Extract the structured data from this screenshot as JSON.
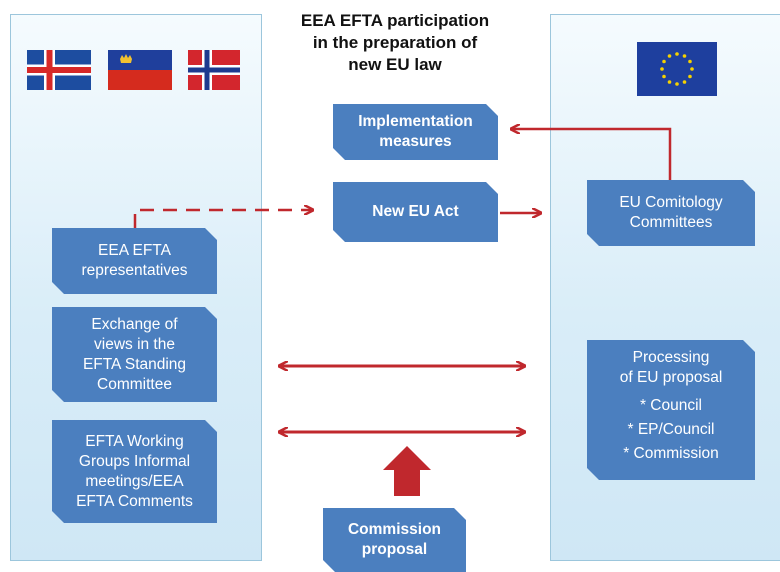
{
  "title": {
    "line1": "EEA EFTA participation",
    "line2": "in the preparation of",
    "line3": "new EU law"
  },
  "left": {
    "flags": [
      "flag-iceland-icon",
      "flag-liechtenstein-icon",
      "flag-norway-icon"
    ],
    "representatives": {
      "line1": "EEA EFTA",
      "line2": "representatives"
    },
    "exchange": {
      "line1": "Exchange of",
      "line2": "views in the",
      "line3": "EFTA Standing",
      "line4": "Committee"
    },
    "working_groups": {
      "line1": "EFTA Working",
      "line2": "Groups Informal",
      "line3": "meetings/EEA",
      "line4": "EFTA Comments"
    }
  },
  "center": {
    "implementation": {
      "line1": "Implementation",
      "line2": "measures"
    },
    "new_act": "New EU Act",
    "commission": {
      "line1": "Commission",
      "line2": "proposal"
    }
  },
  "right": {
    "flag": "flag-eu-icon",
    "comitology": {
      "line1": "EU Comitology",
      "line2": "Committees"
    },
    "processing": {
      "line1": "Processing",
      "line2": "of EU proposal",
      "items": [
        "* Council",
        "* EP/Council",
        "* Commission"
      ]
    }
  },
  "colors": {
    "box_fill": "#4b7fbf",
    "arrow_red": "#c0282d",
    "panel_tint": "#d9edf8"
  }
}
